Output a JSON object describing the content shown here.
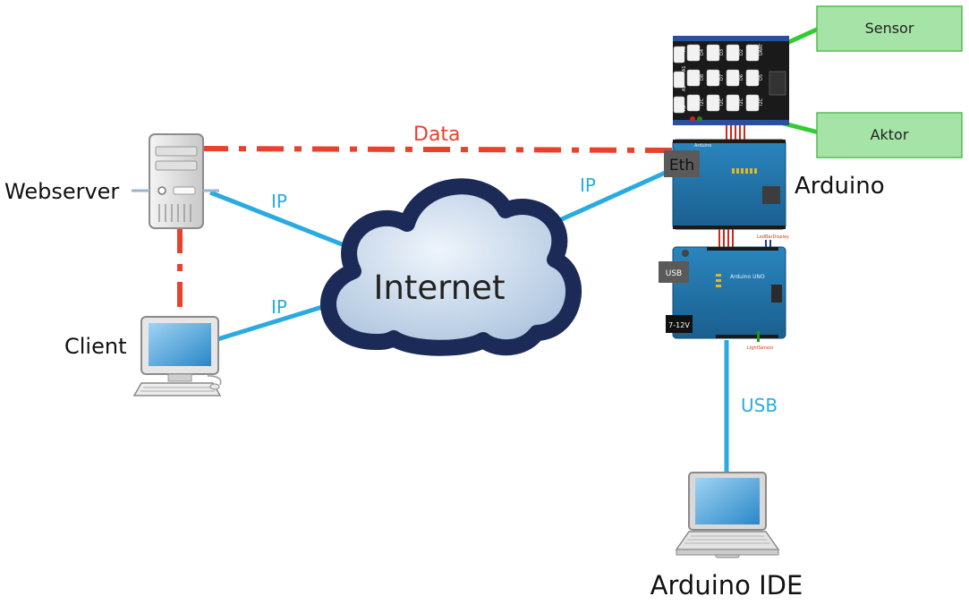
{
  "labels": {
    "webserver": "Webserver",
    "client": "Client",
    "internet": "Internet",
    "arduino": "Arduino",
    "arduino_ide": "Arduino IDE",
    "sensor": "Sensor",
    "aktor": "Aktor",
    "data": "Data",
    "ip_webserver": "IP",
    "ip_client": "IP",
    "ip_arduino": "IP",
    "usb_link": "USB",
    "eth": "Eth",
    "usb_port": "USB",
    "power_port": "7-12V"
  },
  "board_text": {
    "uno": "Arduino  UNO",
    "eth_shield": "Arduino",
    "light_sensor": "LightSensor",
    "led_display": "LedBarDisplay",
    "grove_ports": [
      "D4",
      "D3",
      "D2",
      "UART",
      "D8",
      "D7",
      "D6",
      "D5",
      "I2C",
      "I2C",
      "I2C",
      "I2C",
      "A0",
      "A1",
      "A2",
      "A3"
    ]
  },
  "colors": {
    "ip_line": "#29abe2",
    "data_line": "#e8412c",
    "sensor_box": "#a6e3a6",
    "sensor_border": "#55bb55",
    "board_blue": "#1f6fa3",
    "cloud_dark": "#1b2a57",
    "cloud_light": "#c9d8ea"
  }
}
